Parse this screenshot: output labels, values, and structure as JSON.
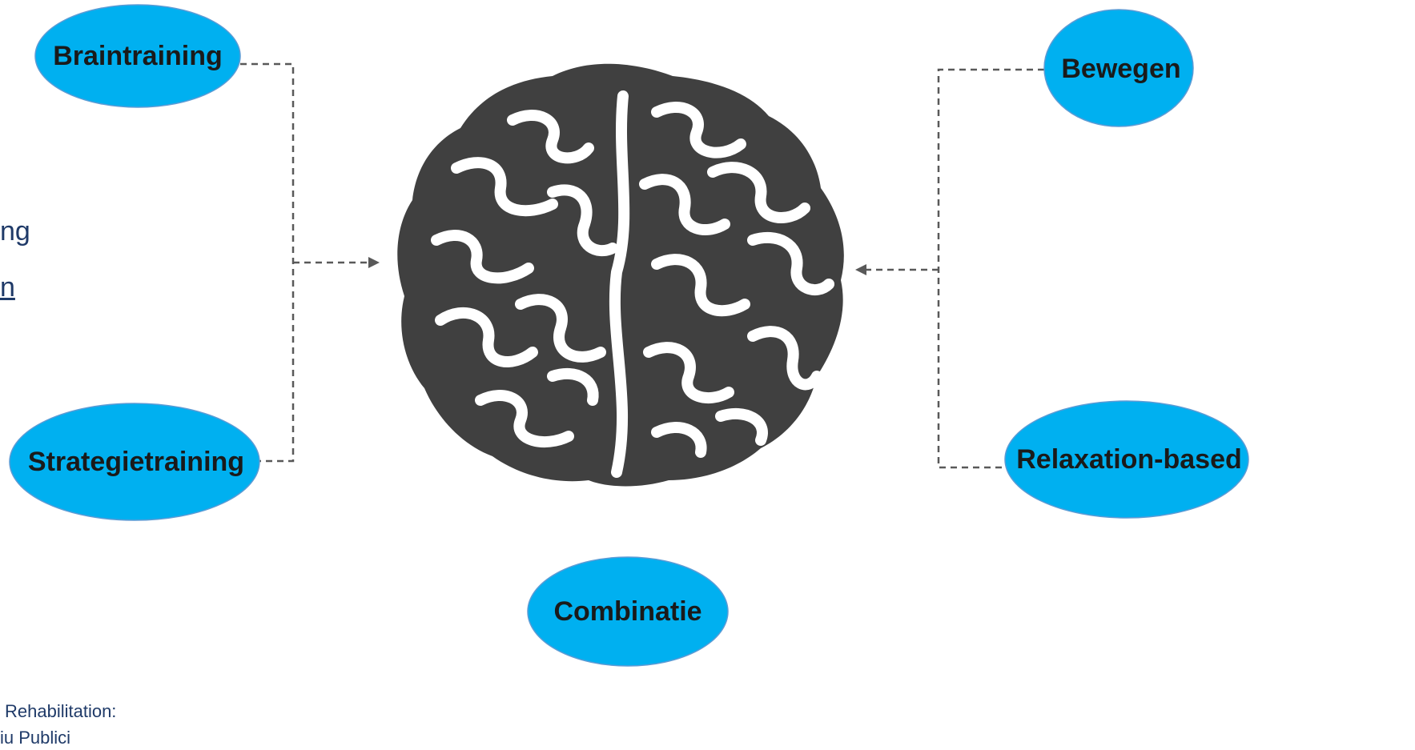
{
  "nodes": {
    "braintraining": "Braintraining",
    "strategietraining": "Strategietraining",
    "bewegen": "Bewegen",
    "relaxation": "Relaxation-based",
    "combinatie": "Combinatie"
  },
  "left_fragments": {
    "line1": "ng",
    "line2": "n",
    "footer1": "Rehabilitation:",
    "footer2": "iu    Publici"
  },
  "colors": {
    "node_fill": "#00b0f0",
    "brain": "#404040",
    "connector": "#595959",
    "fragment_text": "#1f3a68"
  },
  "icons": {
    "center": "brain-icon"
  }
}
